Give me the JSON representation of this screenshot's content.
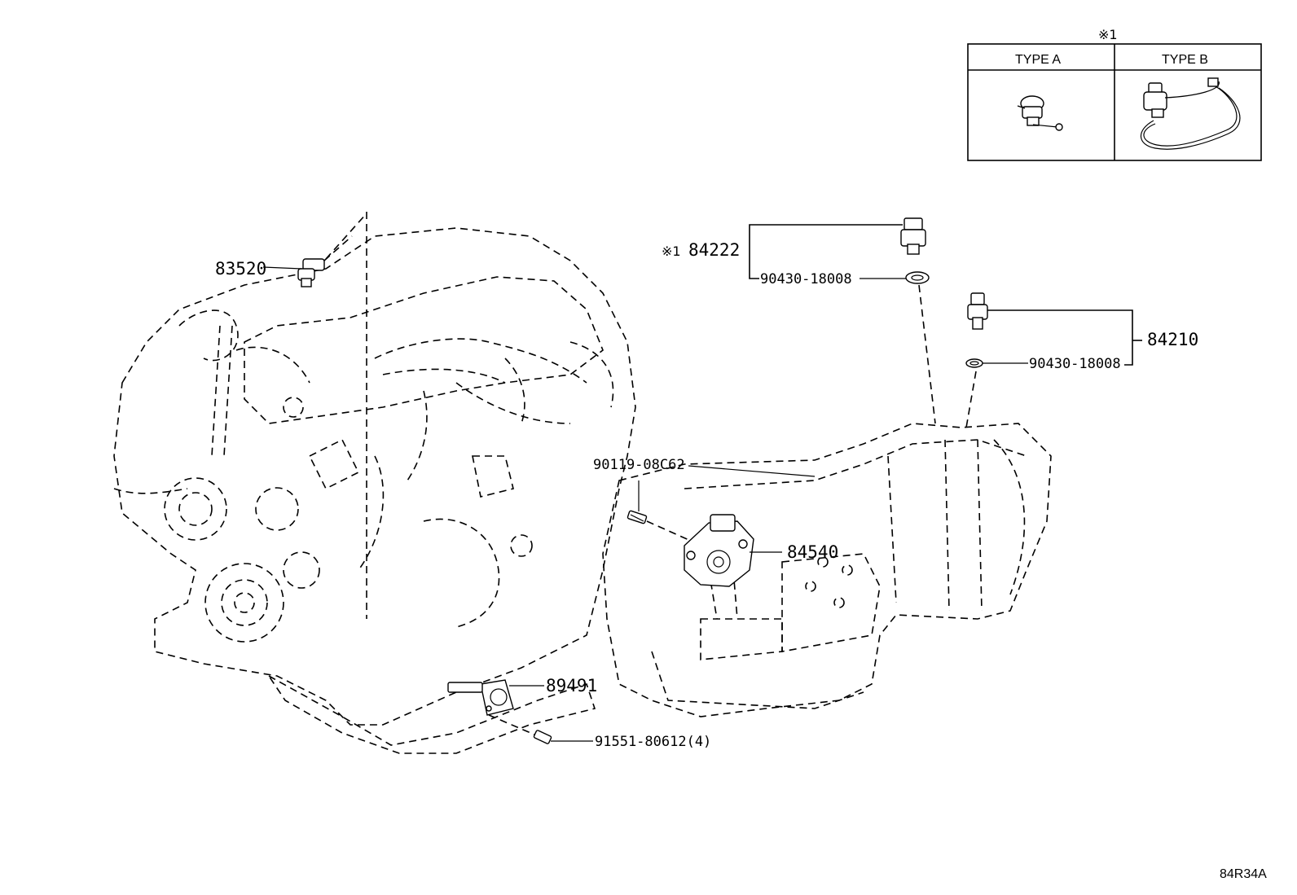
{
  "legend": {
    "mark": "※1",
    "type_a": "TYPE A",
    "type_b": "TYPE B"
  },
  "callouts": {
    "p83520": "83520",
    "p84222_mark": "※1",
    "p84222": "84222",
    "p90430_a": "90430-18008",
    "p84210": "84210",
    "p90430_b": "90430-18008",
    "p90119": "90119-08C62",
    "p84540": "84540",
    "p89491": "89491",
    "p91551": "91551-80612(4)"
  },
  "diagram_code": "84R34A"
}
